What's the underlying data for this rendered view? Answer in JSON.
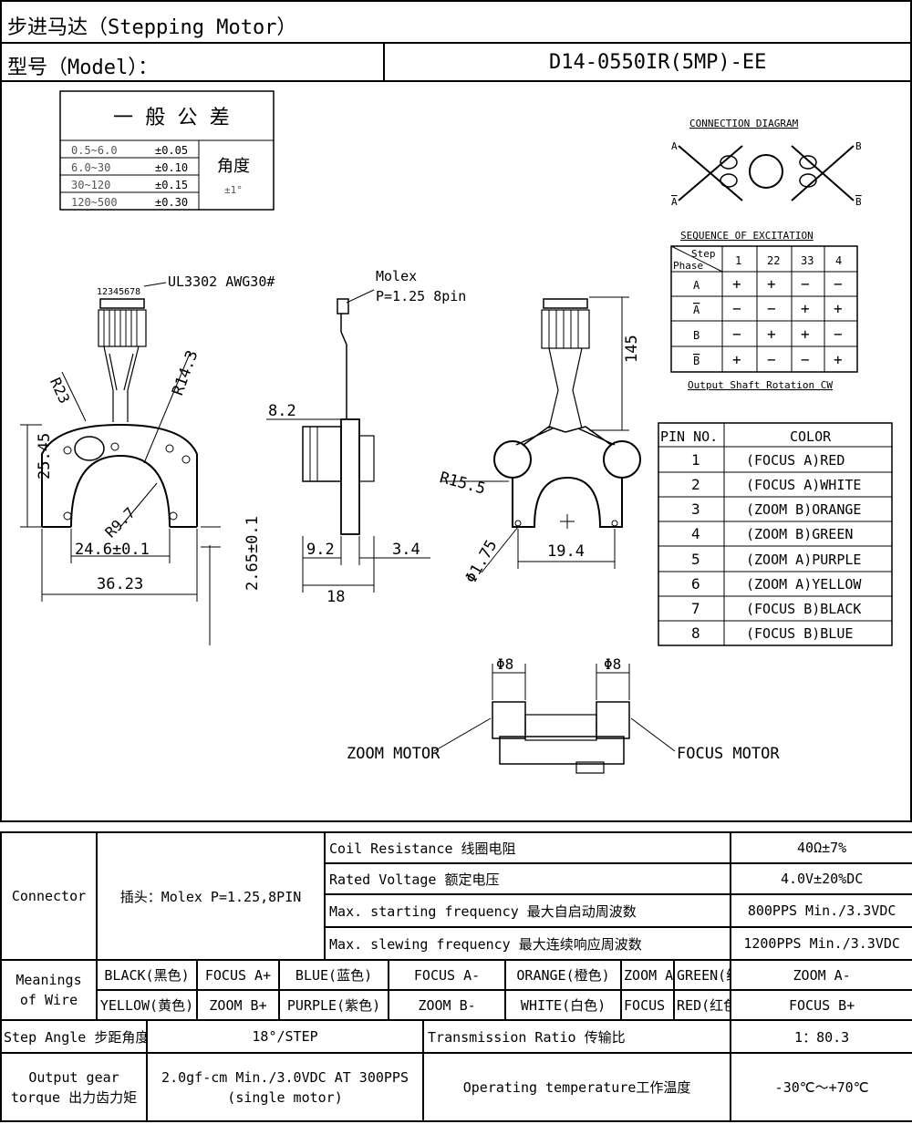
{
  "header": {
    "title": "步进马达（Stepping Motor）",
    "model_label": "型号（Model）：",
    "model_value": "D14-0550IR(5MP)-EE"
  },
  "tolerance": {
    "title": "一 般 公 差",
    "rows": [
      {
        "range": "0.5~6.0",
        "tol": "±0.05"
      },
      {
        "range": "6.0~30",
        "tol": "±0.10"
      },
      {
        "range": "30~120",
        "tol": "±0.15"
      },
      {
        "range": "120~500",
        "tol": "±0.30"
      }
    ],
    "angle_label": "角度",
    "angle_tol": "±1°"
  },
  "connection": {
    "title": "CONNECTION DIAGRAM",
    "a": "A",
    "a_bar": "A",
    "b": "B",
    "b_bar": "B"
  },
  "excitation": {
    "title": "SEQUENCE OF EXCITATION",
    "corner_top": "Step",
    "corner_bottom": "Phase",
    "steps": [
      "1",
      "22",
      "33",
      "4"
    ],
    "rows": [
      {
        "phase": "A",
        "bar": false,
        "vals": [
          "+",
          "+",
          "−",
          "−"
        ]
      },
      {
        "phase": "A",
        "bar": true,
        "vals": [
          "−",
          "−",
          "+",
          "+"
        ]
      },
      {
        "phase": "B",
        "bar": false,
        "vals": [
          "−",
          "+",
          "+",
          "−"
        ]
      },
      {
        "phase": "B",
        "bar": true,
        "vals": [
          "+",
          "−",
          "−",
          "+"
        ]
      }
    ],
    "footer": "Output Shaft Rotation CW"
  },
  "pins": {
    "header_pin": "PIN NO.",
    "header_color": "COLOR",
    "rows": [
      {
        "no": "1",
        "color": "(FOCUS A)RED"
      },
      {
        "no": "2",
        "color": "(FOCUS A)WHITE"
      },
      {
        "no": "3",
        "color": "(ZOOM B)ORANGE"
      },
      {
        "no": "4",
        "color": "(ZOOM B)GREEN"
      },
      {
        "no": "5",
        "color": "(ZOOM A)PURPLE"
      },
      {
        "no": "6",
        "color": "(ZOOM A)YELLOW"
      },
      {
        "no": "7",
        "color": "(FOCUS B)BLACK"
      },
      {
        "no": "8",
        "color": "(FOCUS B)BLUE"
      }
    ]
  },
  "drawing_labels": {
    "pin_numbers": "12345678",
    "wire": "UL3302 AWG30#",
    "molex": "Molex",
    "molex_pitch": "P=1.25 8pin",
    "r23": "R23",
    "r14": "R14.3",
    "d2545": "25.45",
    "r97": "R9.7",
    "d246": "24.6±0.1",
    "d3623": "36.23",
    "d265": "2.65±0.1",
    "d82": "8.2",
    "d92": "9.2",
    "d34": "3.4",
    "d18": "18",
    "d145": "145",
    "r155": "R15.5",
    "phi175": "Φ1.75",
    "d194": "19.4",
    "phi8a": "Φ8",
    "phi8b": "Φ8",
    "zoom_motor": "ZOOM MOTOR",
    "focus_motor": "FOCUS MOTOR"
  },
  "specs": {
    "connector_label": "Connector",
    "connector_value": "插头：Molex   P=1.25,8PIN",
    "coil_resistance_label": "Coil Resistance 线圈电阻",
    "coil_resistance_value": "40Ω±7%",
    "rated_voltage_label": "Rated Voltage 额定电压",
    "rated_voltage_value": "4.0V±20%DC",
    "max_start_label": "Max. starting frequency 最大自启动周波数",
    "max_start_value": "800PPS Min./3.3VDC",
    "max_slew_label": "Max. slewing frequency 最大连续响应周波数",
    "max_slew_value": "1200PPS Min./3.3VDC",
    "wire_label": "Meanings of Wire",
    "wire_row1": [
      "BLACK(黑色)",
      "FOCUS A+",
      "BLUE(蓝色)",
      "FOCUS A-",
      "ORANGE(橙色)",
      "ZOOM A+",
      "GREEN(绿色)",
      "ZOOM A-"
    ],
    "wire_row2": [
      "YELLOW(黄色)",
      "ZOOM B+",
      "PURPLE(紫色)",
      "ZOOM B-",
      "WHITE(白色)",
      "FOCUS B-",
      "RED(红色)",
      "FOCUS B+"
    ],
    "step_angle_label": "Step Angle 步距角度",
    "step_angle_value": "18°/STEP",
    "transmission_label": "Transmission Ratio 传输比",
    "transmission_value": "1：80.3",
    "torque_label": "Output gear torque 出力齿力矩",
    "torque_value": "2.0gf-cm Min./3.0VDC AT 300PPS",
    "torque_note": "(single motor)",
    "temp_label": "Operating temperature工作温度",
    "temp_value": "-30℃～+70℃"
  }
}
